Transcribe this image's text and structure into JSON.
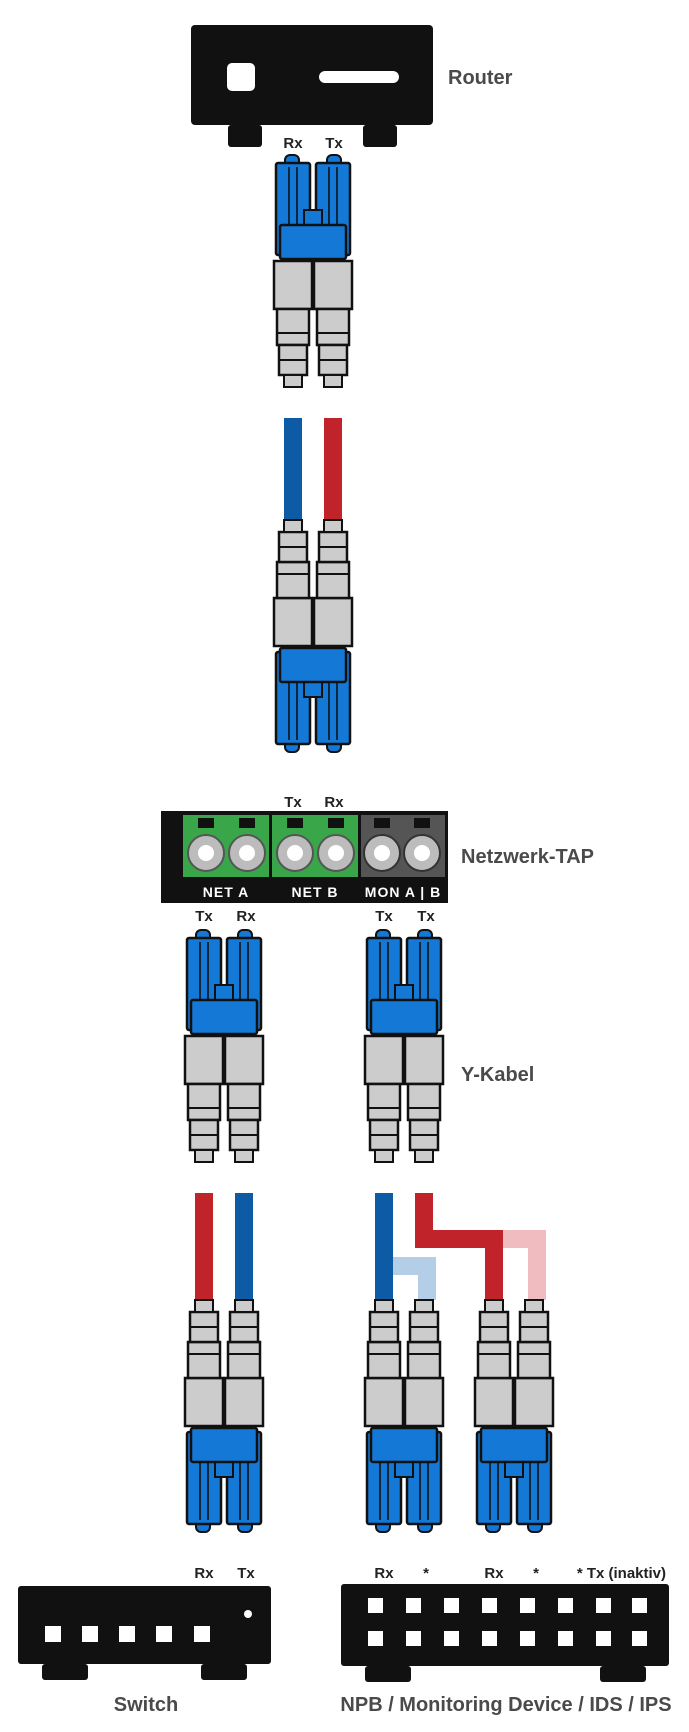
{
  "labels": {
    "router": "Router",
    "tap": "Netzwerk-TAP",
    "ycable": "Y-Kabel",
    "switch": "Switch",
    "npb": "NPB / Monitoring Device / IDS / IPS",
    "tx_note": "* Tx (inaktiv)"
  },
  "ports": {
    "router_rx": "Rx",
    "router_tx": "Tx",
    "tap_top_tx": "Tx",
    "tap_top_rx": "Rx",
    "neta_tx": "Tx",
    "neta_rx": "Rx",
    "mon_tx1": "Tx",
    "mon_tx2": "Tx",
    "switch_rx": "Rx",
    "switch_tx": "Tx",
    "npb1_rx": "Rx",
    "npb1_star": "*",
    "npb2_rx": "Rx",
    "npb2_star": "*"
  },
  "tap": {
    "net_a": "NET  A",
    "net_b": "NET  B",
    "mon": "MON  A | B"
  },
  "colors": {
    "connector_blue": "#1479d6",
    "boot_gray": "#cccccc",
    "fiber_blue": "#0d5ba4",
    "fiber_red": "#c0232a",
    "fiber_light_blue": "#b4cee8",
    "fiber_light_red": "#f1bcbf",
    "device_black": "#111111",
    "tap_green": "#3aa64a",
    "tap_gray": "#555555"
  }
}
